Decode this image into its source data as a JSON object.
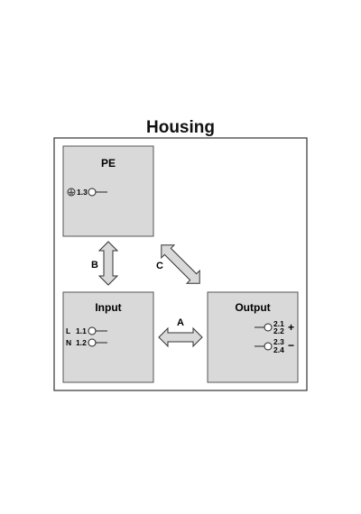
{
  "housing": {
    "title": "Housing"
  },
  "pe": {
    "title": "PE",
    "terminal": "1.3",
    "ground_icon": "ground-icon"
  },
  "input": {
    "title": "Input",
    "rows": [
      {
        "side": "L",
        "terminal": "1.1"
      },
      {
        "side": "N",
        "terminal": "1.2"
      }
    ]
  },
  "output": {
    "title": "Output",
    "groups": [
      {
        "terminals": [
          "2.1",
          "2.2"
        ],
        "polarity": "+"
      },
      {
        "terminals": [
          "2.3",
          "2.4"
        ],
        "polarity": "−"
      }
    ]
  },
  "connections": [
    {
      "label": "A",
      "from": "Input",
      "to": "Output"
    },
    {
      "label": "B",
      "from": "PE",
      "to": "Input"
    },
    {
      "label": "C",
      "from": "PE",
      "to": "Output"
    }
  ],
  "colors": {
    "box_fill": "#d9d9d9",
    "border": "#333333",
    "line": "#222222"
  }
}
